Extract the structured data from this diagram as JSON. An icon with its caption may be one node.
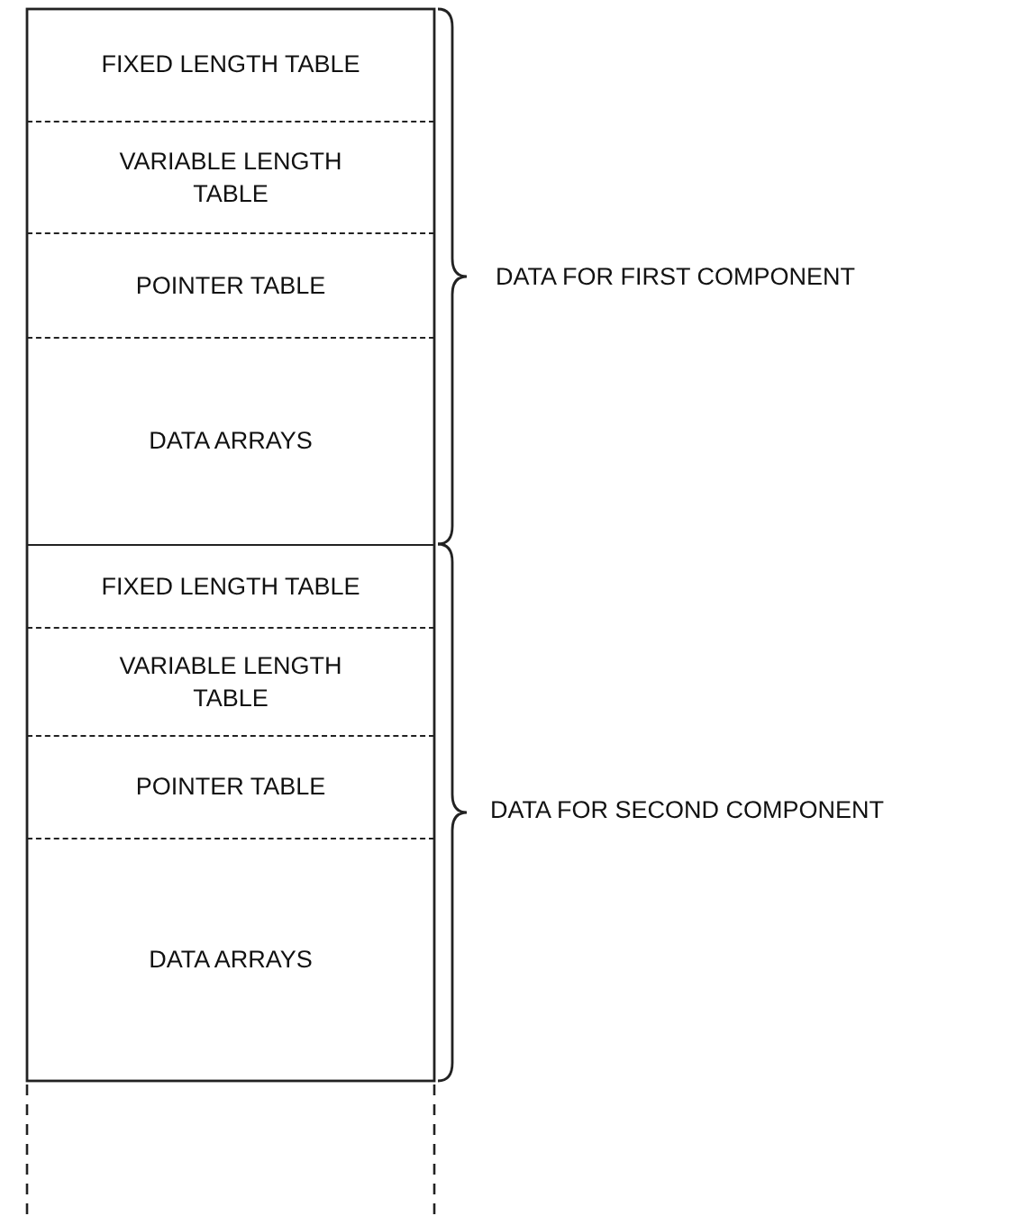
{
  "diagram": {
    "nodes": [
      {
        "text": [
          "FIXED LENGTH TABLE"
        ]
      },
      {
        "text": [
          "VARIABLE LENGTH TABLE"
        ]
      },
      {
        "text": [
          "POINTER TABLE"
        ]
      },
      {
        "text": [
          "DATA ARRAYS"
        ]
      },
      {
        "text": [
          "FIXED LENGTH TABLE"
        ]
      },
      {
        "text": [
          "VARIABLE LENGTH TABLE"
        ]
      },
      {
        "text": [
          "POINTER TABLE"
        ]
      },
      {
        "text": [
          "DATA ARRAYS"
        ]
      }
    ],
    "edges": [],
    "labels": [
      "DATA FOR FIRST COMPONENT",
      "DATA FOR SECOND COMPONENT"
    ]
  }
}
